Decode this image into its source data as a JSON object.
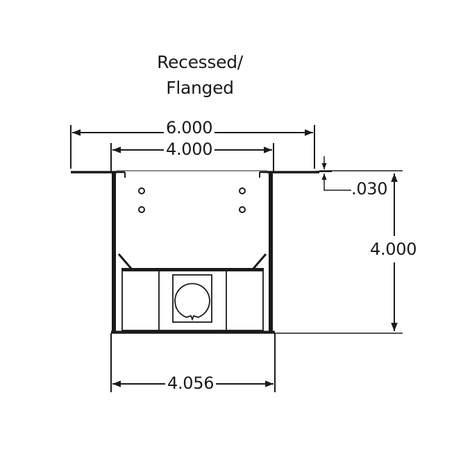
{
  "title": {
    "line1": "Recessed/",
    "line2": "Flanged"
  },
  "dimensions": {
    "flange_width": "6.000",
    "opening_width": "4.000",
    "flange_thickness": ".030",
    "depth": "4.000",
    "outer_width": "4.056"
  },
  "colors": {
    "line": "#1a1a1a",
    "background": "#ffffff"
  }
}
